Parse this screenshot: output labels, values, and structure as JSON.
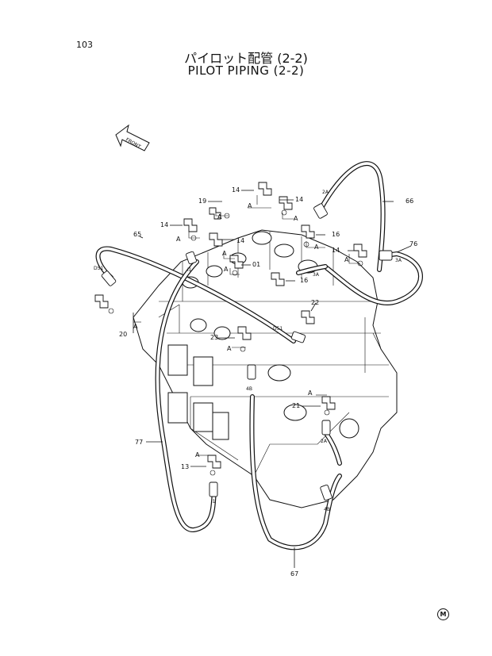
{
  "page": {
    "number": "103"
  },
  "title": {
    "japanese": "パイロット配管 (2-2)",
    "english": "PILOT PIPING (2-2)"
  },
  "front_arrow": {
    "label": "FRONT"
  },
  "callouts": {
    "c14a": "14",
    "c19": "19",
    "c14b": "14",
    "c14c": "14",
    "c14d": "14",
    "c14e": "14",
    "c65": "65",
    "c66": "66",
    "c76": "76",
    "c16a": "16",
    "c16b": "16",
    "c01": "01",
    "c22": "22",
    "c20": "20",
    "c23": "23",
    "c21": "21",
    "c77": "77",
    "c13": "13",
    "c67": "67"
  },
  "port_labels": {
    "p2a": "2A",
    "p3a": "3A",
    "pd51a": "D51",
    "pd51b": "D51",
    "pi1a": "I1",
    "p3a2": "3A",
    "p4b": "4B",
    "p2a2": "2A",
    "p4b2": "4B",
    "pi1b": "I1"
  },
  "detail_marks": {
    "a1": "A",
    "a2": "A",
    "a3": "A",
    "a4": "A",
    "a5": "A",
    "a6": "A",
    "a7": "A",
    "a8": "A",
    "a9": "A",
    "a10": "A",
    "a11": "A",
    "a12": "A"
  },
  "corner_mark": "M"
}
